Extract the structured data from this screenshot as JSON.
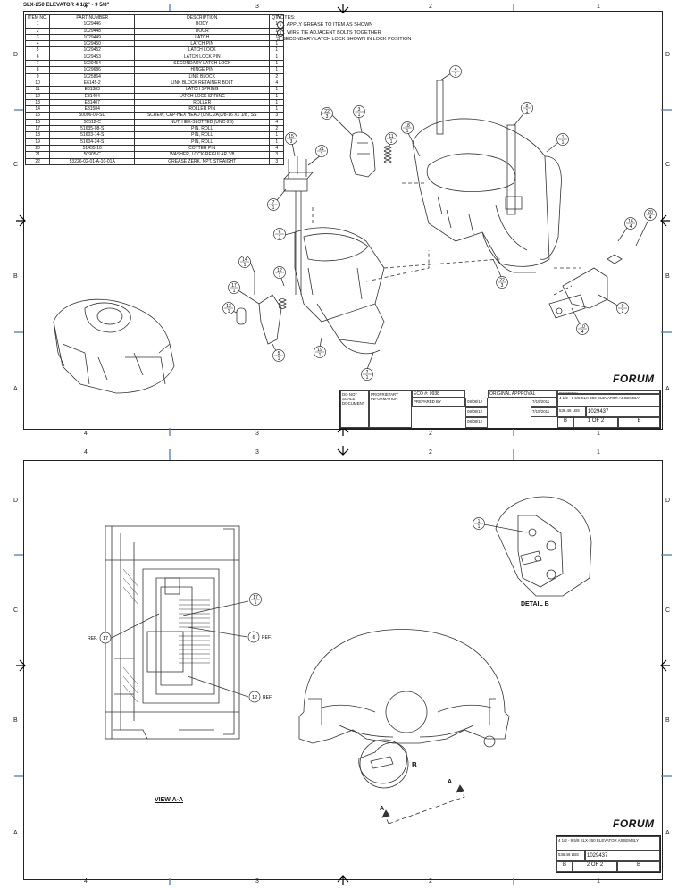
{
  "sheet1": {
    "title": "SLX-250 ELEVATOR 4 1/2\" - 9 5/8\"",
    "bom_headers": [
      "ITEM NO.",
      "PART NUMBER",
      "DESCRIPTION",
      "QTY."
    ],
    "bom_rows": [
      [
        "1",
        "1029446",
        "BODY",
        "1"
      ],
      [
        "2",
        "1029448",
        "DOOR",
        "1"
      ],
      [
        "3",
        "1029449",
        "LATCH",
        "1"
      ],
      [
        "4",
        "1029450",
        "LATCH PIN",
        "1"
      ],
      [
        "5",
        "1029452",
        "LATCH LOCK",
        "1"
      ],
      [
        "6",
        "1029453",
        "LATCH LOCK PIN",
        "1"
      ],
      [
        "7",
        "1029454",
        "SECONDARY LATCH LOCK",
        "1"
      ],
      [
        "8",
        "1029686",
        "HINGE PIN",
        "1"
      ],
      [
        "9",
        "1025864",
        "LINK BLOCK",
        "2"
      ],
      [
        "10",
        "E6145-2",
        "LINK BLOCK RETAINER BOLT",
        "4"
      ],
      [
        "11",
        "E31383",
        "LATCH SPRING",
        "1"
      ],
      [
        "12",
        "E31404",
        "LATCH LOCK SPRING",
        "1"
      ],
      [
        "13",
        "E31407",
        "ROLLER",
        "1"
      ],
      [
        "14",
        "E31584",
        "ROLLER PIN",
        "1"
      ],
      [
        "15",
        "50006-09-SD",
        "SCREW, CAP-HEX HEAD (UNC 2A)3/8-16 X1 1/8 , SS",
        "3"
      ],
      [
        "16",
        "50512-C",
        "NUT, HEX-SLOTTED (UNC-2B)",
        "4"
      ],
      [
        "17",
        "51635-08-S",
        "PIN, ROLL",
        "2"
      ],
      [
        "18",
        "51603-14-S",
        "PIN, ROLL",
        "1"
      ],
      [
        "19",
        "51604-24-S",
        "PIN, ROLL",
        "1"
      ],
      [
        "20",
        "51435-10",
        "COTTER PIN",
        "4"
      ],
      [
        "21",
        "50905-C",
        "WASHER, LOCK-REGULAR 3/8",
        "3"
      ],
      [
        "22",
        "53226-02-01-A-10-01A",
        "GREASE ZERK, NPT, STRAIGHT",
        "3"
      ]
    ],
    "notes_title": "NOTES:",
    "notes": [
      "APPLY GREASE TO ITEM AS SHOWN",
      "WIRE TIE ADJACENT BOLTS TOGETHER",
      "SECONDARY LATCH LOCK SHOWN IN LOCK POSITION"
    ],
    "note_markers": [
      "1",
      "2",
      "3"
    ],
    "balloons": [
      {
        "n": "4",
        "q": "1"
      },
      {
        "n": "8",
        "q": "1"
      },
      {
        "n": "22",
        "q": "3"
      },
      {
        "n": "3",
        "q": "1"
      },
      {
        "n": "18",
        "q": "1"
      },
      {
        "n": "11",
        "q": "1"
      },
      {
        "n": "1",
        "q": "1"
      },
      {
        "n": "15",
        "q": "3"
      },
      {
        "n": "21",
        "q": "3"
      },
      {
        "n": "7",
        "q": "1"
      },
      {
        "n": "6",
        "q": "1"
      },
      {
        "n": "14",
        "q": "1"
      },
      {
        "n": "12",
        "q": "1"
      },
      {
        "n": "17",
        "q": "1"
      },
      {
        "n": "13",
        "q": "1"
      },
      {
        "n": "5",
        "q": "1"
      },
      {
        "n": "19",
        "q": "1"
      },
      {
        "n": "2",
        "q": "1"
      },
      {
        "n": "22",
        "q": "3"
      },
      {
        "n": "16",
        "q": "4"
      },
      {
        "n": "20",
        "q": "4"
      },
      {
        "n": "9",
        "q": "2"
      },
      {
        "n": "10",
        "q": "4"
      }
    ],
    "title_block": {
      "eco": "ECO #: 0938",
      "original_approval": "ORIGINAL APPROVAL",
      "prepared_by": "PREPARED BY",
      "description_label": "DESCRIPTION",
      "description": "4 1/2 - 9 5/8 SLX-250 ELEVATOR ASSEMBLY",
      "drawing_no_label": "DRAWING NO.",
      "drawing_no": "1029437",
      "size": "B",
      "sheet": "1 OF 2",
      "rev": "B",
      "weight": "536.46 LBS",
      "date1": "08/08/12",
      "date2": "08/08/12",
      "date3": "08/08/12",
      "date4": "08/08/12",
      "date5": "7/19/2011",
      "date6": "7/19/2011",
      "do_not_scale": "DO NOT SCALE DOCUMENT",
      "proprietary": "PROPRIETARY INFORMATION"
    },
    "logo": "FORUM",
    "zones_top": [
      "4",
      "3",
      "2",
      "1"
    ],
    "zones_side": [
      "D",
      "C",
      "B",
      "A"
    ]
  },
  "sheet2": {
    "view_label": "VIEW A-A",
    "detail_label": "DETAIL B",
    "section_marker": "A",
    "detail_marker": "B",
    "refs": [
      {
        "n": "17",
        "q": "1"
      },
      {
        "n": "17",
        "text": "REF."
      },
      {
        "n": "6",
        "text": "REF."
      },
      {
        "n": "12",
        "text": "REF."
      }
    ],
    "detail_balloon": {
      "n": "1",
      "q": "1"
    },
    "title_block": {
      "description": "4 1/2 - 9 5/8 SLX-250 ELEVATOR ASSEMBLY",
      "drawing_no": "1029437",
      "size": "B",
      "sheet": "2 OF 2",
      "rev": "B",
      "weight": "536.46 LBS"
    },
    "logo": "FORUM"
  }
}
